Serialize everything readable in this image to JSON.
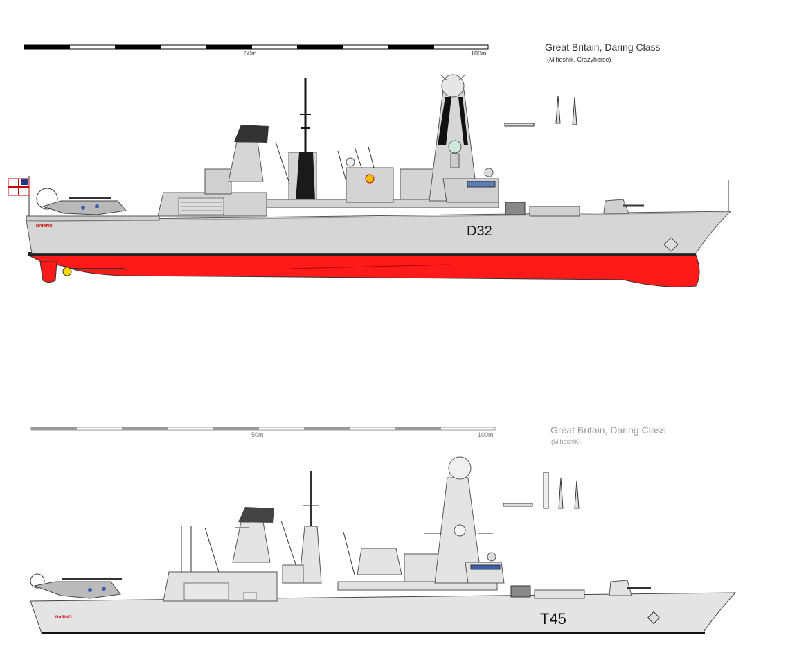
{
  "drawing_top": {
    "title": "Great Britain, Daring Class",
    "credit": "(Mihoshik, Crazyhorse)",
    "scale": {
      "mid_label": "50m",
      "end_label": "100m"
    },
    "hull_number": "D32",
    "ship_name": "DARING",
    "hull_color": "#d6d6d6",
    "underwater_color": "#ff1a1a"
  },
  "drawing_bottom": {
    "title": "Great Britain, Daring Class",
    "credit": "(MihoshiK)",
    "scale": {
      "mid_label": "50m",
      "end_label": "100m"
    },
    "hull_number": "T45",
    "ship_name": "DARING",
    "hull_color": "#e4e4e4"
  }
}
